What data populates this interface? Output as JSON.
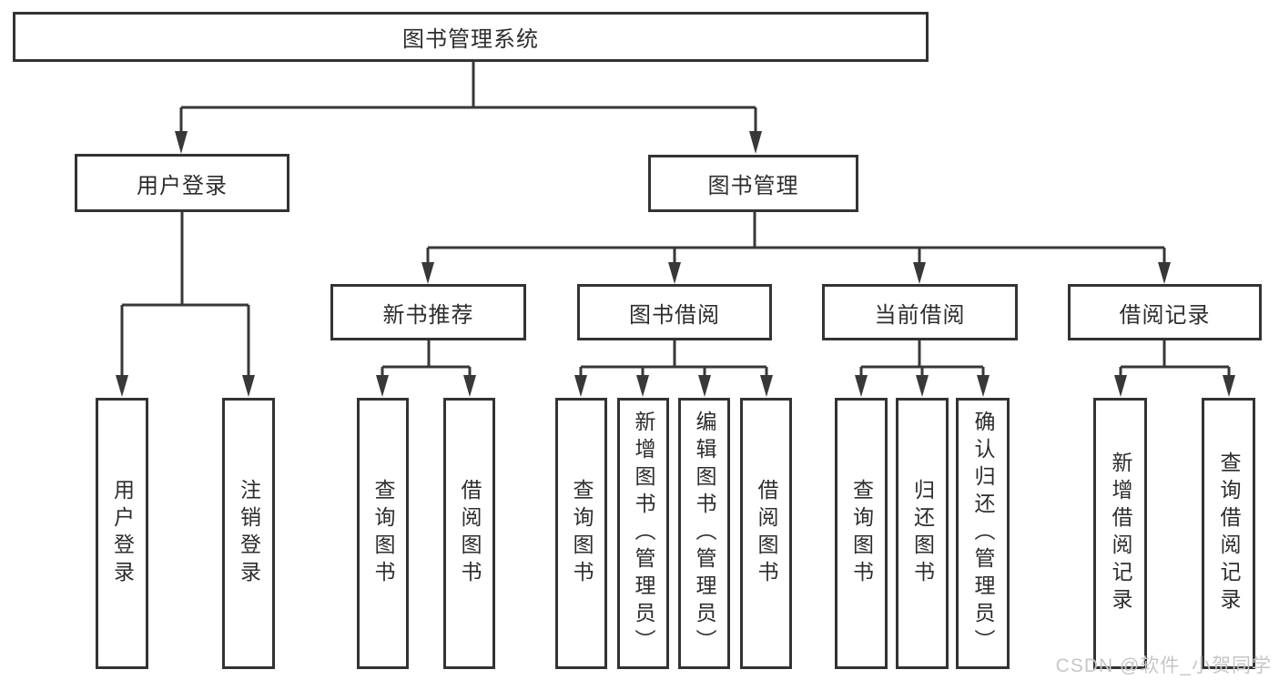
{
  "diagram": {
    "title": "图书管理系统",
    "branches": {
      "user_login": {
        "label": "用户登录",
        "children": {
          "login": "用户登录",
          "logout": "注销登录"
        }
      },
      "book_management": {
        "label": "图书管理",
        "sections": {
          "new_book": {
            "label": "新书推荐",
            "children": {
              "query": "查询图书",
              "borrow": "借阅图书"
            }
          },
          "borrowing": {
            "label": "图书借阅",
            "children": {
              "query": "查询图书",
              "add": "新增图书（管理员）",
              "edit": "编辑图书（管理员）",
              "borrow": "借阅图书"
            }
          },
          "current": {
            "label": "当前借阅",
            "children": {
              "query": "查询图书",
              "return": "归还图书",
              "confirm": "确认归还（管理员）"
            }
          },
          "records": {
            "label": "借阅记录",
            "children": {
              "add": "新增借阅记录",
              "query": "查询借阅记录"
            }
          }
        }
      }
    }
  },
  "watermark": "CSDN @软件_小贺同学",
  "colors": {
    "line": "#383838",
    "box_border": "#333333",
    "text": "#2d2d2d",
    "watermark": "#c6c6c6"
  }
}
